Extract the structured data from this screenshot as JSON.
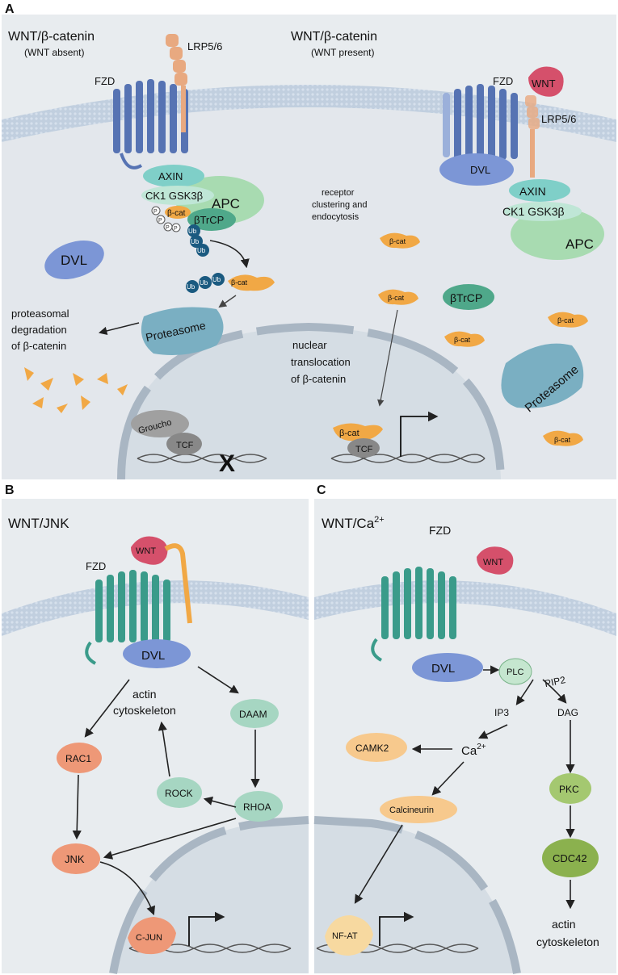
{
  "panel_a": {
    "letter": "A",
    "left_title": "WNT/β-catenin",
    "left_subtitle": "(WNT absent)",
    "right_title": "WNT/β-catenin",
    "right_subtitle": "(WNT present)",
    "fzd": "FZD",
    "lrp": "LRP5/6",
    "wnt": "WNT",
    "axin": "AXIN",
    "ck1_gsk": "CK1 GSK3β",
    "apc": "APC",
    "btrcp": "βTrCP",
    "bcat": "β-cat",
    "p": "P",
    "ub": "Ub",
    "dvl": "DVL",
    "proteasome": "Proteasome",
    "degradation": [
      "proteasomal",
      "degradation",
      "of β-catenin"
    ],
    "clustering": [
      "receptor",
      "clustering and",
      "endocytosis"
    ],
    "translocation": [
      "nuclear",
      "translocation",
      "of β-catenin"
    ],
    "groucho": "Groucho",
    "tcf": "TCF",
    "x_mark": "X"
  },
  "panel_b": {
    "letter": "B",
    "title": "WNT/JNK",
    "wnt": "WNT",
    "fzd": "FZD",
    "dvl": "DVL",
    "actin": [
      "actin",
      "cytoskeleton"
    ],
    "daam": "DAAM",
    "rac1": "RAC1",
    "rock": "ROCK",
    "rhoa": "RHOA",
    "jnk": "JNK",
    "cjun": "C-JUN"
  },
  "panel_c": {
    "letter": "C",
    "title": "WNT/Ca",
    "title_sup": "2+",
    "fzd": "FZD",
    "wnt": "WNT",
    "dvl": "DVL",
    "plc": "PLC",
    "pip2": "PIP2",
    "ip3": "IP3",
    "dag": "DAG",
    "camk2": "CAMK2",
    "ca": "Ca",
    "ca_sup": "2+",
    "calcineurin": "Calcineurin",
    "pkc": "PKC",
    "cdc42": "CDC42",
    "nfat": "NF-AT",
    "actin": [
      "actin",
      "cytoskeleton"
    ]
  },
  "colors": {
    "panel_bg": "#e8ecef",
    "membrane": "#bccbdc",
    "nucleus": "#d3dbe3",
    "fzd_a": "#5673b3",
    "fzd_bc": "#3a9b8a",
    "lrp": "#e8a980",
    "wnt": "#d5506b",
    "beta_cat": "#f1a845",
    "dvl": "#7c96d6",
    "proteasome": "#7aafc2",
    "axin": "#7fcfc8",
    "apc": "#a8dbb1",
    "btrcp": "#4fa88a",
    "ub": "#1a5a80",
    "rac1": "#ee9877",
    "rock": "#a6d6c2",
    "camk2": "#f7c98d",
    "pkc": "#a4c870",
    "cdc42": "#8bb14e"
  }
}
